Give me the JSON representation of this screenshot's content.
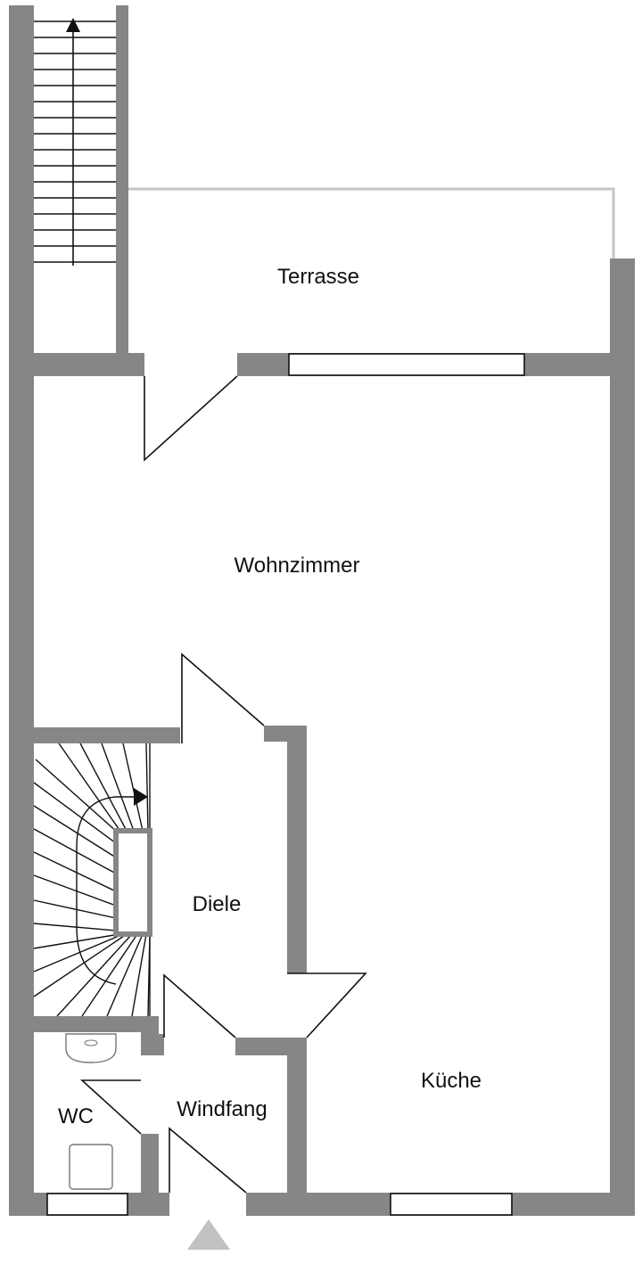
{
  "rooms": {
    "terrasse": "Terrasse",
    "wohnzimmer": "Wohnzimmer",
    "diele": "Diele",
    "kueche": "Küche",
    "wc": "WC",
    "windfang": "Windfang"
  },
  "colors": {
    "wall": "#868686",
    "terrace_outline": "#c4c4c4",
    "entrance_marker": "#c2c2c2",
    "line": "#111111"
  }
}
